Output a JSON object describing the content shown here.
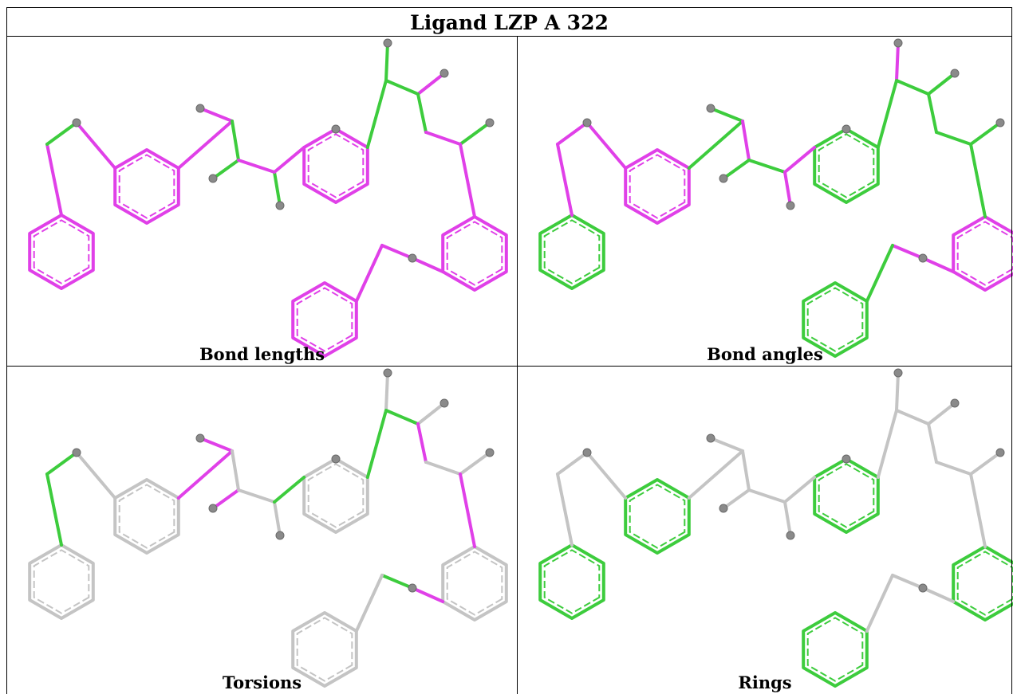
{
  "title": "Ligand LZP A 322",
  "colors": {
    "magenta": "#e040e8",
    "green": "#3dcc3d",
    "grey": "#c4c4c4",
    "atom": "#8a8a8a"
  },
  "panels": [
    {
      "caption": "Bond lengths",
      "bonds": [
        "magenta",
        "green",
        "magenta",
        "magenta",
        "magenta",
        "green",
        "green",
        "magenta",
        "green",
        "magenta",
        "green",
        "green",
        "green",
        "magenta",
        "green",
        "magenta",
        "green",
        "magenta",
        "magenta",
        "magenta",
        "magenta"
      ],
      "rings": [
        "magenta",
        "magenta",
        "magenta",
        "magenta",
        "magenta"
      ]
    },
    {
      "caption": "Bond angles",
      "bonds": [
        "magenta",
        "magenta",
        "magenta",
        "green",
        "green",
        "magenta",
        "green",
        "green",
        "magenta",
        "magenta",
        "green",
        "magenta",
        "green",
        "green",
        "green",
        "green",
        "green",
        "green",
        "magenta",
        "magenta",
        "green"
      ],
      "rings": [
        "green",
        "magenta",
        "green",
        "magenta",
        "green"
      ]
    },
    {
      "caption": "Torsions",
      "bonds": [
        "green",
        "green",
        "grey",
        "magenta",
        "magenta",
        "grey",
        "magenta",
        "grey",
        "grey",
        "green",
        "green",
        "grey",
        "green",
        "grey",
        "magenta",
        "grey",
        "grey",
        "magenta",
        "magenta",
        "green",
        "grey"
      ],
      "rings": [
        "grey",
        "grey",
        "grey",
        "grey",
        "grey"
      ]
    },
    {
      "caption": "Rings",
      "bonds": [
        "grey",
        "grey",
        "grey",
        "grey",
        "grey",
        "grey",
        "grey",
        "grey",
        "grey",
        "grey",
        "grey",
        "grey",
        "grey",
        "grey",
        "grey",
        "grey",
        "grey",
        "grey",
        "grey",
        "grey",
        "grey"
      ],
      "rings": [
        "green",
        "green",
        "green",
        "green",
        "green"
      ]
    }
  ]
}
